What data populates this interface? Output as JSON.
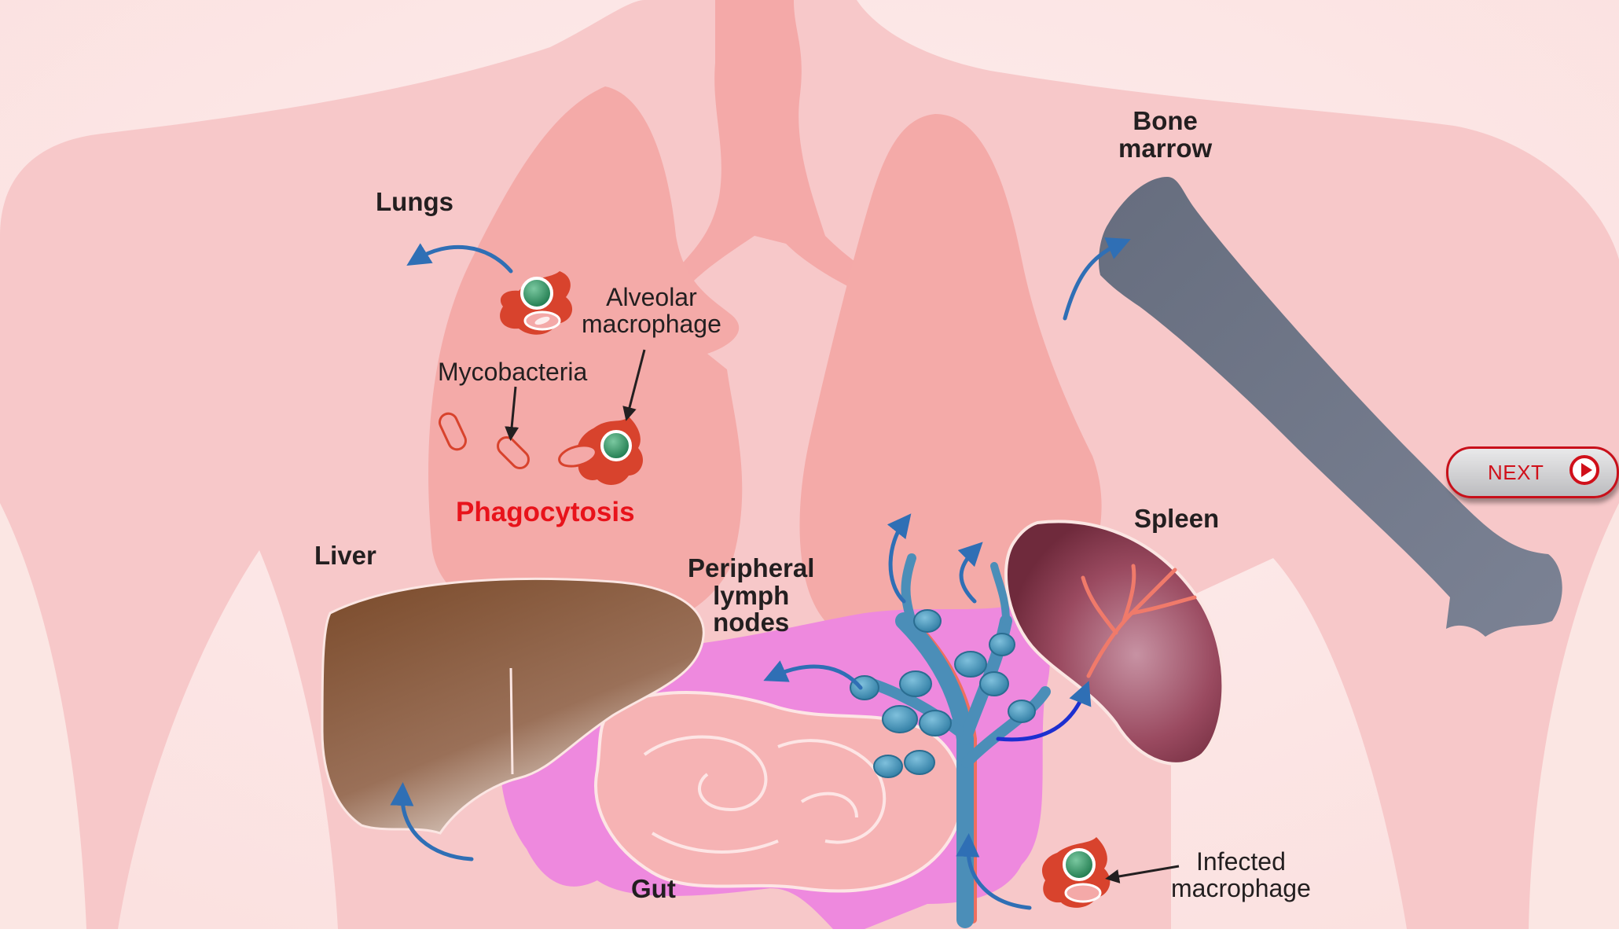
{
  "labels": {
    "lungs": "Lungs",
    "alveolar_macrophage": "Alveolar\nmacrophage",
    "mycobacteria": "Mycobacteria",
    "phagocytosis": "Phagocytosis",
    "liver": "Liver",
    "peripheral_lymph_nodes": "Peripheral\nlymph\nnodes",
    "bone_marrow": "Bone\nmarrow",
    "spleen": "Spleen",
    "gut": "Gut",
    "infected_macrophage": "Infected\nmacrophage"
  },
  "next_button": {
    "label": "NEXT"
  },
  "colors": {
    "background": "#fbe3e3",
    "body": "#f6c9ca",
    "lungs": "#f4a9a8",
    "liver": "#8a5a3c",
    "bone": "#6d7485",
    "spleen": "#8c3a4e",
    "gut": "#ee89de",
    "lymph": "#3a7fa6",
    "arrow": "#2f6fb5",
    "accent_red": "#e8131b"
  }
}
